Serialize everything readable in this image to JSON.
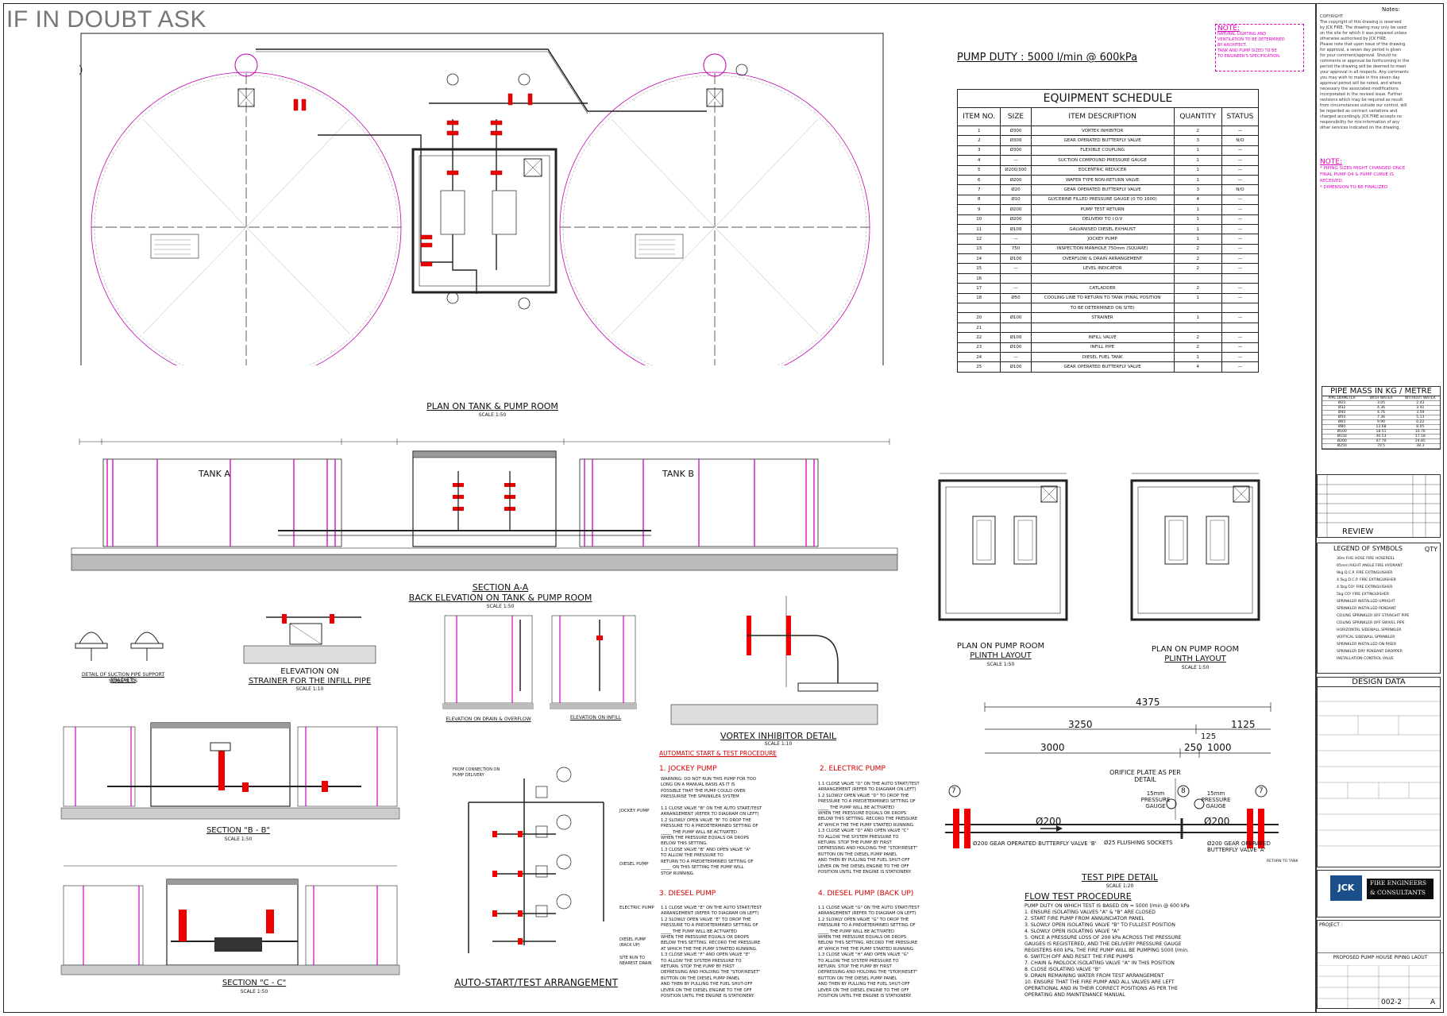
{
  "banner": "IF IN DOUBT ASK",
  "pump_duty": "PUMP DUTY : 5000 l/min @ 600kPa",
  "note_top": {
    "title": "NOTE:",
    "lines": [
      "NATURAL LIGHTING AND",
      "VENTILATION TO BE DETERMINED",
      "BY ARCHITECT.",
      "TANK AND PUMP SIZED TO BE",
      "TO ENGINEER'S SPECIFICATION."
    ]
  },
  "note_mid": {
    "title": "NOTE:",
    "lines": [
      "*  PIPING SIZES MIGHT CHANGED ONCE",
      "   FINAL PUMP Q4 & PUMP CURVE IS",
      "   RECEIVED.",
      "*  DIMENSION TO BE FINALIZED"
    ]
  },
  "notes_header": "Notes:",
  "copyright": {
    "title": "COPYRIGHT",
    "lines": [
      "The copyright of this drawing is reserved",
      "by JCK FIRE. The drawing may only be used",
      "on the site for which it was prepared unless",
      "otherwise authorised by JCK FIRE.",
      "Please note that upon issue of the drawing",
      "for approval, a seven day period is given",
      "for your comment/approval. Should no",
      "comments or approval be forthcoming in the",
      "period the drawing will be deemed to meet",
      "your approval in all respects. Any comments",
      "you may wish to make in this seven day",
      "approval period will be noted, and where",
      "necessary the associated modifications",
      "incorporated in the revised issue. Further",
      "revisions which may be required as result",
      "from circumstances outside our control, will",
      "be regarded as contract variations and",
      "charged accordingly. JCK FIRE accepts no",
      "responsibility for mis-information of any",
      "other services indicated on the drawing."
    ]
  },
  "equipment_schedule": {
    "title": "EQUIPMENT SCHEDULE",
    "headers": [
      "ITEM NO.",
      "SIZE",
      "ITEM DESCRIPTION",
      "QUANTITY",
      "STATUS"
    ],
    "rows": [
      [
        "1",
        "Ø300",
        "VORTEX INHIBITOR",
        "2",
        "—"
      ],
      [
        "2",
        "Ø300",
        "GEAR OPERATED BUTTERFLY VALVE",
        "3",
        "N/O"
      ],
      [
        "3",
        "Ø300",
        "FLEXIBLE COUPLING",
        "1",
        "—"
      ],
      [
        "4",
        "—",
        "SUCTION COMPOUND PRESSURE GAUGE",
        "1",
        "—"
      ],
      [
        "5",
        "Ø200/300",
        "EOCENTRIC REDUCER",
        "1",
        "—"
      ],
      [
        "6",
        "Ø200",
        "WAFER TYPE NON-RETURN VALVE",
        "1",
        "—"
      ],
      [
        "7",
        "Ø20",
        "GEAR OPERATED BUTTERFLY VALVE",
        "3",
        "N/O"
      ],
      [
        "8",
        "Ø10",
        "GLYCERINE FILLED PRESSURE GAUGE (0 TO 1600)",
        "4",
        "—"
      ],
      [
        "9",
        "Ø200",
        "PUMP TEST RETURN",
        "1",
        "—"
      ],
      [
        "10",
        "Ø200",
        "DELIVERY TO I.O.V",
        "1",
        "—"
      ],
      [
        "11",
        "Ø100",
        "GALVANISED DIESEL EXHAUST",
        "1",
        "—"
      ],
      [
        "12",
        "—",
        "JOCKEY PUMP",
        "1",
        "—"
      ],
      [
        "13",
        "750",
        "INSPECTION MANHOLE 750mm (SQUARE)",
        "2",
        "—"
      ],
      [
        "14",
        "Ø100",
        "OVERFLOW & DRAIN ARRANGEMENT",
        "2",
        "—"
      ],
      [
        "15",
        "—",
        "LEVEL INDICATOR",
        "2",
        "—"
      ],
      [
        "16",
        "",
        "",
        "",
        ""
      ],
      [
        "17",
        "—",
        "CATLADDER",
        "2",
        "—"
      ],
      [
        "18",
        "Ø50",
        "COOLING LINE TO RETURN TO TANK (FINAL POSITION",
        "1",
        "—"
      ],
      [
        "",
        "",
        "TO BE DETERMINED ON SITE)",
        "",
        ""
      ],
      [
        "20",
        "Ø100",
        "STRAINER",
        "1",
        "—"
      ],
      [
        "21",
        "",
        "",
        "",
        ""
      ],
      [
        "22",
        "Ø100",
        "INFILL VALVE",
        "2",
        "—"
      ],
      [
        "23",
        "Ø100",
        "INFILL PIPE",
        "2",
        "—"
      ],
      [
        "24",
        "—",
        "DIESEL FUEL TANK",
        "1",
        "—"
      ],
      [
        "25",
        "Ø100",
        "GEAR OPERATED BUTTERFLY VALVE",
        "4",
        "—"
      ]
    ]
  },
  "pipe_mass": {
    "title": "PIPE MASS IN KG / METRE",
    "headers": [
      "PIPE DIAMETER",
      "WITH WATER",
      "WITHOUT WATER"
    ],
    "rows": [
      [
        "Ø25",
        "3.05",
        "2.43"
      ],
      [
        "Ø32",
        "4.36",
        "3.41"
      ],
      [
        "Ø40",
        "4.76",
        "3.59"
      ],
      [
        "Ø50",
        "7.36",
        "5.13"
      ],
      [
        "Ø65",
        "9.90",
        "6.22"
      ],
      [
        "Ø80",
        "12.68",
        "8.05"
      ],
      [
        "Ø100",
        "18.51",
        "10.76"
      ],
      [
        "Ø150",
        "30.53",
        "17.18"
      ],
      [
        "Ø200",
        "47.70",
        "24.85"
      ],
      [
        "Ø250",
        "70.5",
        "38.3"
      ]
    ]
  },
  "titles": {
    "plan": "PLAN ON TANK & PUMP ROOM",
    "plan_scale": "SCALE 1:50",
    "section_aa": "SECTION A-A",
    "back_elev": "BACK ELEVATION ON TANK & PUMP ROOM",
    "back_scale": "SCALE 1:50",
    "suction_detail": "DETAIL OF SUCTION PIPE SUPPORT BRACKETS",
    "suction_scale": "SCALE N.T.S",
    "strainer_elev": "ELEVATION ON",
    "strainer_elev2": "STRAINER FOR THE INFILL PIPE",
    "strainer_scale": "SCALE 1:10",
    "elev_drain": "ELEVATION ON DRAIN & OVERFLOW",
    "elev_infill": "ELEVATION ON INFILL",
    "vortex": "VORTEX INHIBITOR DETAIL",
    "vortex_scale": "SCALE 1:10",
    "section_bb": "SECTION \"B - B\"",
    "section_bb_scale": "SCALE 1:50",
    "section_cc": "SECTION \"C - C\"",
    "section_cc_scale": "SCALE 1:50",
    "auto_start": "AUTO-START/TEST ARRANGEMENT",
    "plinth1": "PLAN ON PUMP ROOM",
    "plinth1b": "PLINTH LAYOUT",
    "plinth_scale": "SCALE 1:50",
    "plinth2": "PLAN ON PUMP ROOM",
    "plinth2b": "PLINTH LAYOUT",
    "test_pipe": "TEST PIPE DETAIL",
    "test_pipe_scale": "SCALE 1:20",
    "tank_a": "TANK A",
    "tank_b": "TANK B"
  },
  "procedure": {
    "heading": "AUTOMATIC START & TEST PROCEDURE",
    "jockey": "1. JOCKEY PUMP",
    "jockey_lines": [
      "WARNING: DO NOT RUN THIS PUMP FOR TOO",
      "LONG ON A MANUAL BASIS AS IT IS",
      "POSSIBLE THAT THE PUMP COULD OVER",
      "PRESSURISE THE SPRINKLER SYSTEM",
      "",
      "1.1 CLOSE VALVE \"B\" ON THE AUTO START/TEST",
      "ARRANGEMENT (REFER TO DIAGRAM ON LEFT)",
      "1.2 SLOWLY OPEN VALVE \"B\" TO DROP THE",
      "PRESSURE TO A PREDETERMINED SETTING OF",
      "_____ THE PUMP WILL BE ACTIVATED",
      "WHEN THE PRESSURE EQUALS OR DROPS",
      "BELOW THIS SETTING.",
      "1.3 CLOSE VALVE \"B\" AND OPEN VALVE \"A\"",
      "TO ALLOW THE PRESSURE TO",
      "RETURN TO A PREDETERMINED SETTING OF",
      "_____ ON THIS SETTING THE PUMP WILL",
      "STOP RUNNING."
    ],
    "electric": "2. ELECTRIC PUMP",
    "electric_lines": [
      "1.1 CLOSE VALVE \"D\" ON THE AUTO START/TEST",
      "ARRANGEMENT (REFER TO DIAGRAM ON LEFT)",
      "1.2 SLOWLY OPEN VALVE \"D\" TO DROP THE",
      "PRESSURE TO A PREDETERMINED SETTING OF",
      "_____ THE PUMP WILL BE ACTIVATED",
      "WHEN THE PRESSURE EQUALS OR DROPS",
      "BELOW THIS SETTING. RECORD THE PRESSURE",
      "AT WHICH THE THE PUMP STARTED RUNNING.",
      "1.3 CLOSE VALVE \"D\" AND OPEN VALVE \"C\"",
      "TO ALLOW THE SYSTEM PRESSURE TO",
      "RETURN. STOP THE PUMP BY FIRST",
      "DEPRESSING AND HOLDING THE \"STOP/RESET\"",
      "BUTTON ON THE DIESEL PUMP PANEL",
      "AND THEN BY PULLING THE FUEL SHUT-OFF",
      "LEVER ON THE DIESEL ENGINE TO THE OFF",
      "POSITION UNTIL THE ENGINE IS STATIONERY."
    ],
    "diesel": "3. DIESEL PUMP",
    "diesel_lines": [
      "1.1 CLOSE VALVE \"E\" ON THE AUTO START/TEST",
      "ARRANGEMENT (REFER TO DIAGRAM ON LEFT)",
      "1.2 SLOWLY OPEN VALVE \"E\" TO DROP THE",
      "PRESSURE TO A PREDETERMINED SETTING OF",
      "_____ THE PUMP WILL BE ACTIVATED",
      "WHEN THE PRESSURE EQUALS OR DROPS",
      "BELOW THIS SETTING. RECORD THE PRESSURE",
      "AT WHICH THE THE PUMP STARTED RUNNING.",
      "1.3 CLOSE VALVE \"F\" AND OPEN VALVE \"E\"",
      "TO ALLOW THE SYSTEM PRESSURE TO",
      "RETURN. STOP THE PUMP BY FIRST",
      "DEPRESSING AND HOLDING THE \"STOP/RESET\"",
      "BUTTON ON THE DIESEL PUMP PANEL",
      "AND THEN BY PULLING THE FUEL SHUT-OFF",
      "LEVER ON THE DIESEL ENGINE TO THE OFF",
      "POSITION UNTIL THE ENGINE IS STATIONERY."
    ],
    "diesel_b": "4. DIESEL PUMP (BACK UP)",
    "diesel_b_lines": [
      "1.1 CLOSE VALVE \"G\" ON THE AUTO START/TEST",
      "ARRANGEMENT (REFER TO DIAGRAM ON LEFT)",
      "1.2 SLOWLY OPEN VALVE \"G\" TO DROP THE",
      "PRESSURE TO A PREDETERMINED SETTING OF",
      "_____ THE PUMP WILL BE ACTIVATED",
      "WHEN THE PRESSURE EQUALS OR DROPS",
      "BELOW THIS SETTING. RECORD THE PRESSURE",
      "AT WHICH THE THE PUMP STARTED RUNNING.",
      "1.3 CLOSE VALVE \"H\" AND OPEN VALVE \"G\"",
      "TO ALLOW THE SYSTEM PRESSURE TO",
      "RETURN. STOP THE PUMP BY FIRST",
      "DEPRESSING AND HOLDING THE \"STOP/RESET\"",
      "BUTTON ON THE DIESEL PUMP PANEL",
      "AND THEN BY PULLING THE FUEL SHUT-OFF",
      "LEVER ON THE DIESEL ENGINE TO THE OFF",
      "POSITION UNTIL THE ENGINE IS STATIONERY."
    ]
  },
  "auto_labels": {
    "from_conn": "FROM CONNECTION ON PUMP DELIVERY",
    "jockey": "JOCKEY PUMP",
    "diesel": "DIESEL PUMP",
    "electric": "ELECTRIC PUMP",
    "diesel_back": "DIESEL PUMP (BACK UP)",
    "site_run": "SITE RUN TO NEAREST DRAIN"
  },
  "flow_test": {
    "title": "FLOW TEST PROCEDURE",
    "lines": [
      "PUMP DUTY ON WHICH TEST IS BASED ON = 5000 l/min @ 600 kPa",
      "1.   ENSURE ISOLATING VALVES \"A\" & \"B\" ARE CLOSED",
      "2.   START FIRE PUMP FROM ANNUNCIATOR PANEL",
      "3.   SLOWLY OPEN ISOLATING VALVE \"B\" TO FULLEST POSITION",
      "4.   SLOWLY OPEN ISOLATING VALVE \"A\"",
      "5.   ONCE A PRESSURE LOSS OF 200 kPa ACROSS THE PRESSURE",
      "      GAUGES IS REGISTERED, AND THE DELIVERY PRESSURE GAUGE",
      "      REGISTERS 600 kPa, THE FIRE PUMP WILL BE PUMPING 5000 l/min.",
      "6.   SWITCH OFF AND RESET THE FIRE PUMPS",
      "7.   CHAIN & PADLOCK ISOLATING VALVE \"A\" IN THIS POSITION",
      "8.   CLOSE ISOLATING VALVE \"B\"",
      "9.   DRAIN REMAINING WATER FROM TEST ARRANGEMENT",
      "10. ENSURE THAT THE FIRE PUMP AND ALL VALVES ARE LEFT",
      "      OPERATIONAL AND IN THEIR CORRECT POSITIONS AS PER THE",
      "      OPERATING AND MAINTENANCE MANUAL"
    ]
  },
  "test_pipe": {
    "dim_total": "4375",
    "dim_a": "3250",
    "dim_b": "1125",
    "dim_c": "125",
    "dim_d": "3000",
    "dim_e": "250",
    "dim_f": "1000",
    "orifice": "ORIFICE PLATE AS PER DETAIL",
    "gauge_left": "15mm PRESSURE GAUGE",
    "gauge_right": "15mm PRESSURE GAUGE",
    "pipe_left": "Ø200",
    "pipe_right": "Ø200",
    "valve_left": "Ø200 GEAR OPERATED BUTTERFLY VALVE 'B'",
    "valve_right": "Ø200 GEAR OPERATED BUTTERFLY VALVE 'A'",
    "flushing": "Ø25 FLUSHING SOCKETS",
    "return": "RETURN TO TANK",
    "tag7": "7",
    "tag8": "8"
  },
  "title_block": {
    "review": "REVIEW",
    "legend": "LEGEND OF SYMBOLS",
    "qty": "QTY",
    "legend_items": [
      "30m FHG HOSE FIRE HOSEREEL",
      "65mm RIGHT ANGLE FIRE HYDRANT",
      "9kg D.C.P. FIRE EXTINGUISHER",
      "4.5kg D.C.P. FIRE EXTINGUISHER",
      "4.5kg CO² FIRE EXTINGUISHER",
      "5kg CO² FIRE EXTINGUISHER",
      "SPRINKLER INSTALLED UPRIGHT",
      "SPRINKLER INSTALLED PENDANT",
      "CEILING SPRINKLER OFF STRAIGHT PIPE",
      "CEILING SPRINKLER OFF SWIVEL PIPE",
      "HORIZONTAL SIDEWALL SPRINKLER",
      "VERTICAL SIDEWALL SPRINKLER",
      "SPRINKLER INSTALLED ON RISER",
      "SPRINKLER DRY PENDANT DROPPER",
      "INSTALLATION CONTROL VALVE"
    ],
    "design_data": "DESIGN DATA",
    "company1": "FIRE ENGINEERS",
    "company2": "& CONSULTANTS",
    "logo": "JCK",
    "drawing_title": "PROPOSED PUMP HOUSE PIPING LAOUT",
    "drawing_number": "002-2",
    "rev": "A",
    "project": "PROJECT :"
  }
}
